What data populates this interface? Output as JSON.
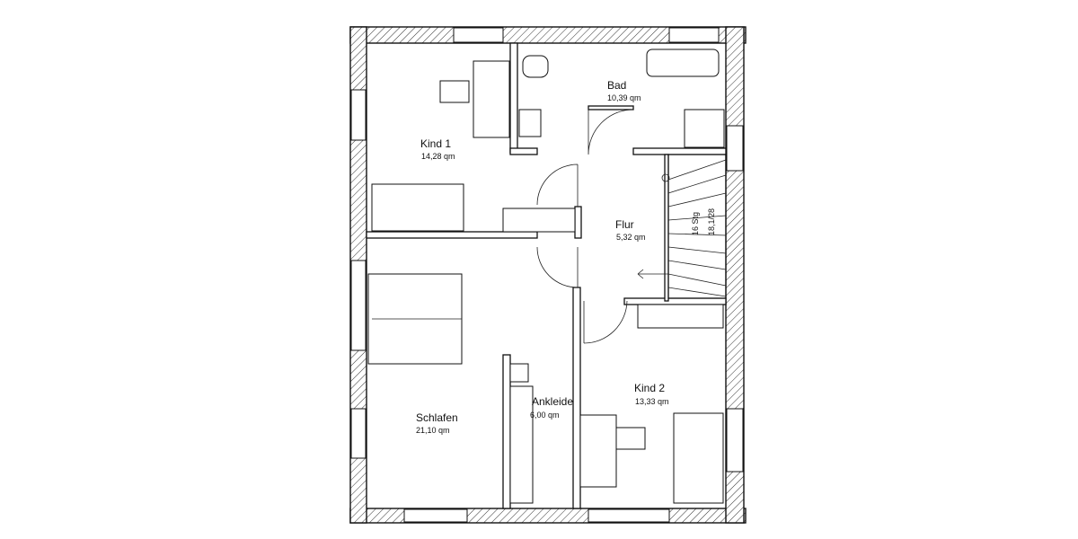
{
  "rooms": {
    "kind1": {
      "name": "Kind 1",
      "area": "14,28 qm"
    },
    "bad": {
      "name": "Bad",
      "area": "10,39 qm"
    },
    "flur": {
      "name": "Flur",
      "area": "5,32 qm"
    },
    "schlafen": {
      "name": "Schlafen",
      "area": "21,10 qm"
    },
    "ankleide": {
      "name": "Ankleide",
      "area": "6,00 qm"
    },
    "kind2": {
      "name": "Kind 2",
      "area": "13,33 qm"
    }
  },
  "stair": {
    "steps": "16 Stg",
    "dimension": "18,1/28"
  }
}
